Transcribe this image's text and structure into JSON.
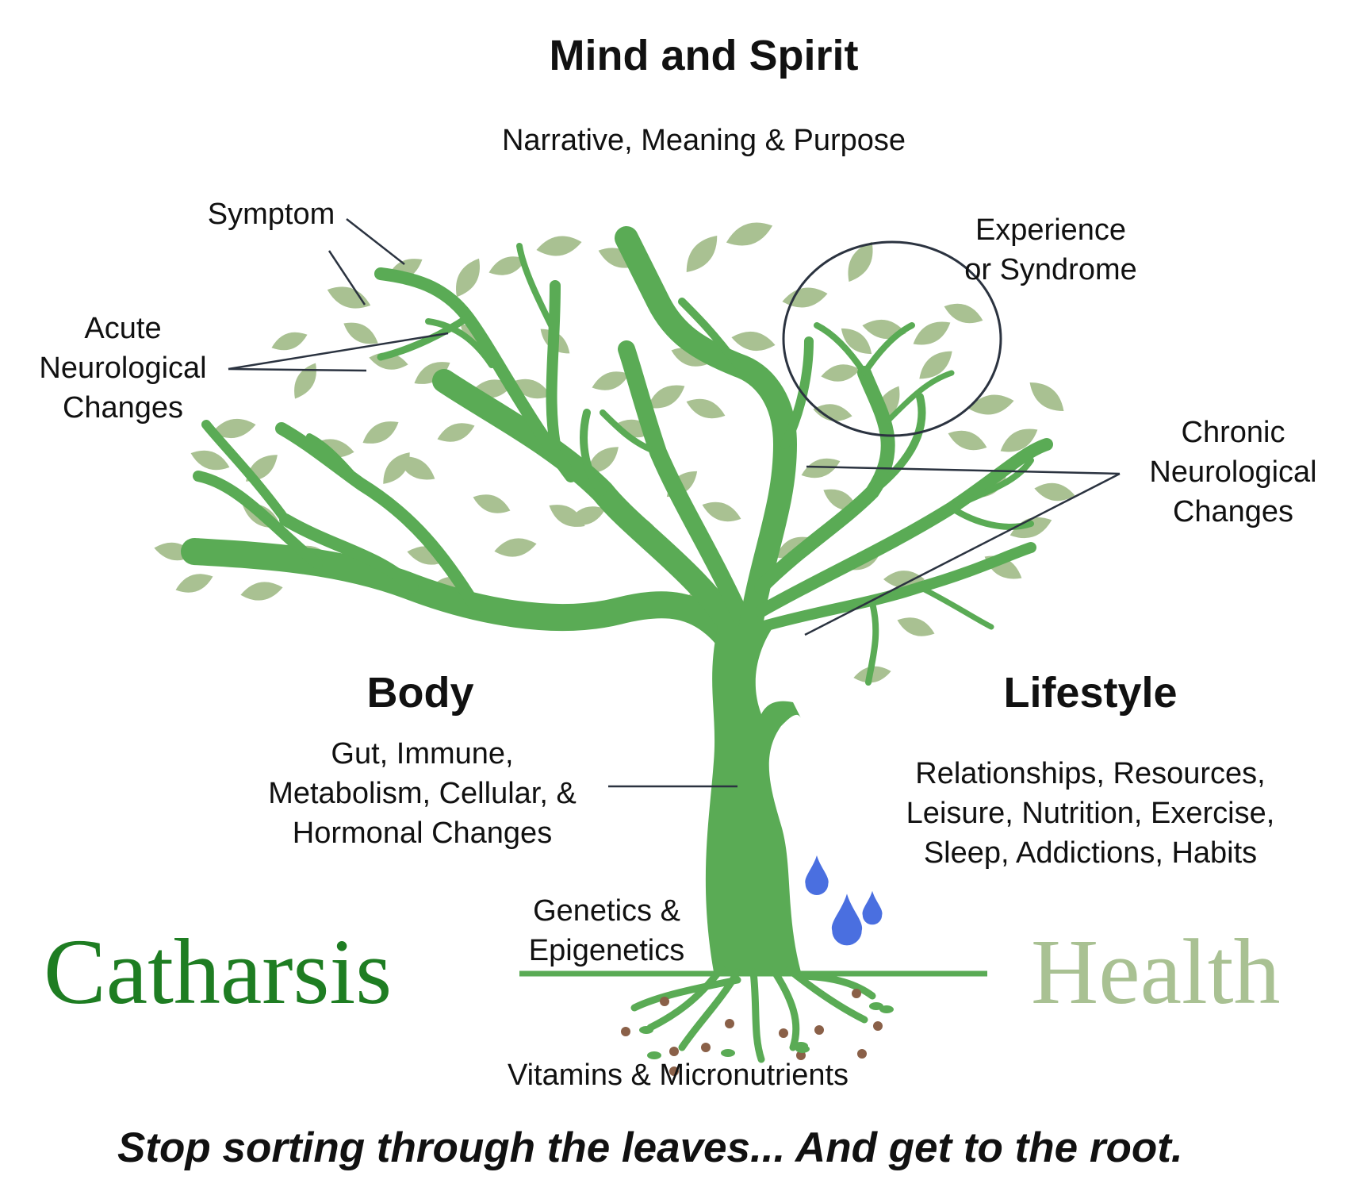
{
  "header": {
    "title": "Mind and Spirit",
    "subtitle": "Narrative, Meaning & Purpose"
  },
  "labels": {
    "symptom": "Symptom",
    "experience": [
      "Experience",
      "or Syndrome"
    ],
    "acute": [
      "Acute",
      "Neurological",
      "Changes"
    ],
    "chronic": [
      "Chronic",
      "Neurological",
      "Changes"
    ],
    "body_title": "Body",
    "body_lines": [
      "Gut, Immune,",
      "Metabolism, Cellular, &",
      "Hormonal Changes"
    ],
    "lifestyle_title": "Lifestyle",
    "lifestyle_lines": [
      "Relationships, Resources,",
      "Leisure, Nutrition, Exercise,",
      "Sleep, Addictions, Habits"
    ],
    "genetics": [
      "Genetics &",
      "Epigenetics"
    ],
    "vitamins": "Vitamins & Micronutrients"
  },
  "brand": {
    "left": "Catharsis",
    "right": "Health",
    "left_color": "#1e7d22",
    "right_color": "#a9c193"
  },
  "tagline": "Stop sorting through the leaves... And get to the root.",
  "colors": {
    "trunk": "#5aab55",
    "leaf": "#a9c192",
    "water": "#4a6fe0",
    "soil": "#8a6048",
    "line": "#2b3340"
  }
}
